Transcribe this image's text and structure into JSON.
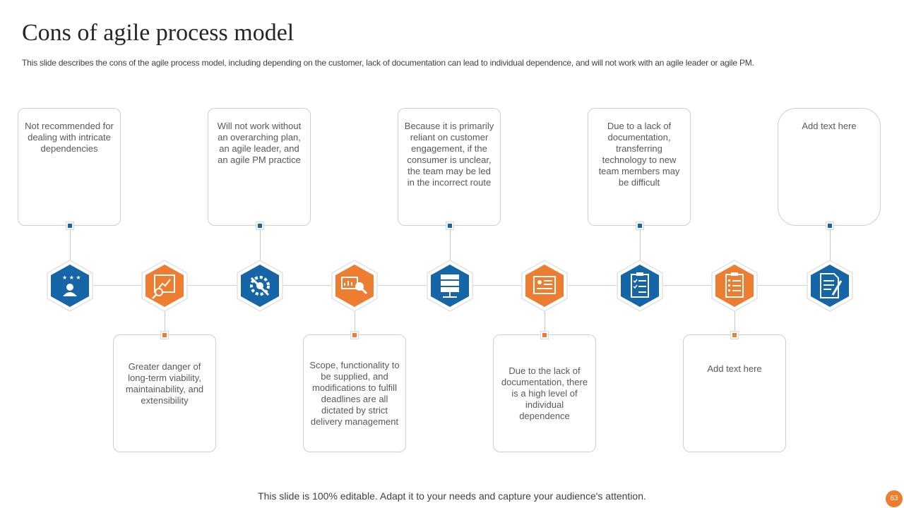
{
  "slide": {
    "title": "Cons of agile process model",
    "subtitle": "This slide describes the cons of the agile process model, including depending on the customer, lack of documentation can lead to individual dependence, and will not work with an agile leader or agile PM.",
    "footer": "This slide is 100% editable. Adapt it to your needs and capture your audience's attention.",
    "page_number": "63"
  },
  "colors": {
    "blue": "#1565a7",
    "orange": "#ed7d31",
    "hex_border": "#e3e3e3"
  },
  "steps": [
    {
      "color": "blue",
      "icon": "customer-rating-icon",
      "text": "Not recommended for dealing with intricate dependencies"
    },
    {
      "color": "orange",
      "icon": "analytics-search-icon",
      "text": "Greater danger of long-term viability, maintainability, and extensibility"
    },
    {
      "color": "blue",
      "icon": "gear-wrench-hand-icon",
      "text": "Will not work without an overarching plan, an agile leader, and an agile PM practice"
    },
    {
      "color": "orange",
      "icon": "presentation-money-search-icon",
      "text": "Scope, functionality to be supplied, and modifications to fulfill deadlines are all dictated by strict delivery management"
    },
    {
      "color": "blue",
      "icon": "server-network-icon",
      "text": "Because it is primarily reliant on customer engagement, if the consumer is unclear, the team may be led in the incorrect route"
    },
    {
      "color": "orange",
      "icon": "profile-card-icon",
      "text": "Due to the lack of documentation, there is a high level of individual dependence"
    },
    {
      "color": "blue",
      "icon": "checklist-clipboard-icon",
      "text": "Due to a lack of documentation, transferring technology to new team members may be difficult"
    },
    {
      "color": "orange",
      "icon": "task-clipboard-icon",
      "text": "Add text here"
    },
    {
      "color": "blue",
      "icon": "document-pen-icon",
      "text": "Add text here"
    }
  ]
}
